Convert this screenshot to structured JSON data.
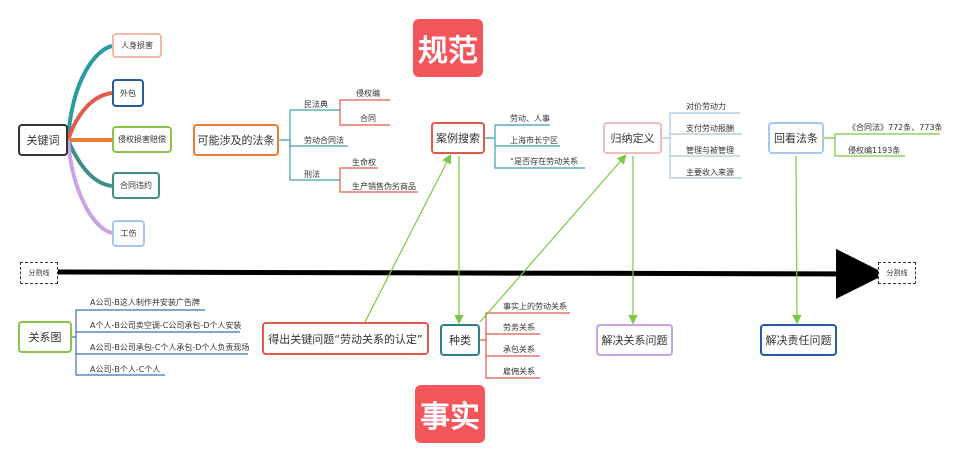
{
  "badges": {
    "norm": "规范",
    "fact": "事实"
  },
  "divider": {
    "left": "分割线",
    "right": "分割线"
  },
  "keywords": {
    "root": "关键词",
    "items": [
      "人身损害",
      "外包",
      "侵权损害赔偿",
      "合同违约",
      "工伤"
    ]
  },
  "laws": {
    "root": "可能涉及的法条",
    "civil": "民法典",
    "tort": "侵权编",
    "contract": "合同",
    "labor_contract": "劳动合同法",
    "criminal": "刑法",
    "life": "生命权",
    "fake": "生产销售伪劣商品"
  },
  "case_search": {
    "root": "案例搜索",
    "items": [
      "劳动、人事",
      "上海市长宁区",
      "“是否存在劳动关系"
    ]
  },
  "induction": {
    "root": "归纳定义",
    "items": [
      "对价劳动力",
      "支付劳动报酬",
      "管理与被管理",
      "主要收入来源"
    ]
  },
  "review": {
    "root": "回看法条",
    "items": [
      "《合同法》772条、773条",
      "侵权编1193条"
    ]
  },
  "relation": {
    "root": "关系图",
    "items": [
      "A公司-B这人制作并安装广告牌",
      "A个人-B公司卖空调-C公司承包-D个人安装",
      "A公司-B公司承包-C个人承包-D个人负责现场",
      "A公司-B个人-C个人"
    ]
  },
  "key_question": "得出关键问题“劳动关系的认定”",
  "types": {
    "root": "种类",
    "items": [
      "事实上的劳动关系",
      "劳务关系",
      "承包关系",
      "雇佣关系"
    ]
  },
  "solve_relation": "解决关系问题",
  "solve_liability": "解决责任问题"
}
